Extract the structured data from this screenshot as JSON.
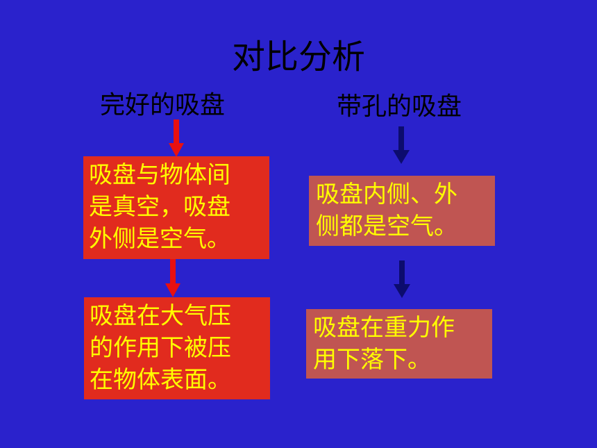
{
  "slide": {
    "title": "对比分析",
    "background_color": "#2a22cc"
  },
  "left_column": {
    "heading": "完好的吸盘",
    "arrow_color": "#e81010",
    "boxes": [
      {
        "lines": [
          "吸盘与物体间",
          "是真空，吸盘",
          "外侧是空气。"
        ],
        "color": "#e12b1e"
      },
      {
        "lines": [
          "吸盘在大气压",
          "的作用下被压",
          "在物体表面。"
        ],
        "color": "#e12b1e"
      }
    ]
  },
  "right_column": {
    "heading": "带孔的吸盘",
    "arrow_color": "#0c0c6e",
    "boxes": [
      {
        "lines": [
          "吸盘内侧、外",
          "侧都是空气。"
        ],
        "color": "#c05552"
      },
      {
        "lines": [
          "吸盘在重力作",
          "用下落下。"
        ],
        "color": "#c05552"
      }
    ]
  },
  "icons": [
    "arrow-down-icon"
  ]
}
